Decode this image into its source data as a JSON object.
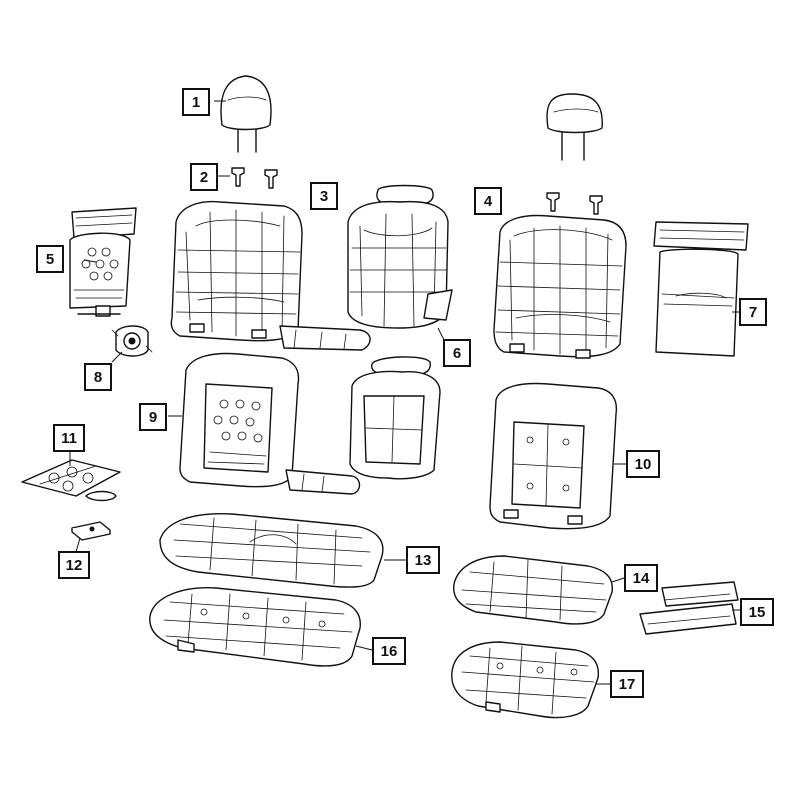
{
  "diagram": {
    "callouts": [
      "1",
      "2",
      "3",
      "4",
      "5",
      "6",
      "7",
      "8",
      "9",
      "10",
      "11",
      "12",
      "13",
      "14",
      "15",
      "16",
      "17"
    ]
  },
  "colors": {
    "line": "#111111",
    "background": "#ffffff"
  }
}
